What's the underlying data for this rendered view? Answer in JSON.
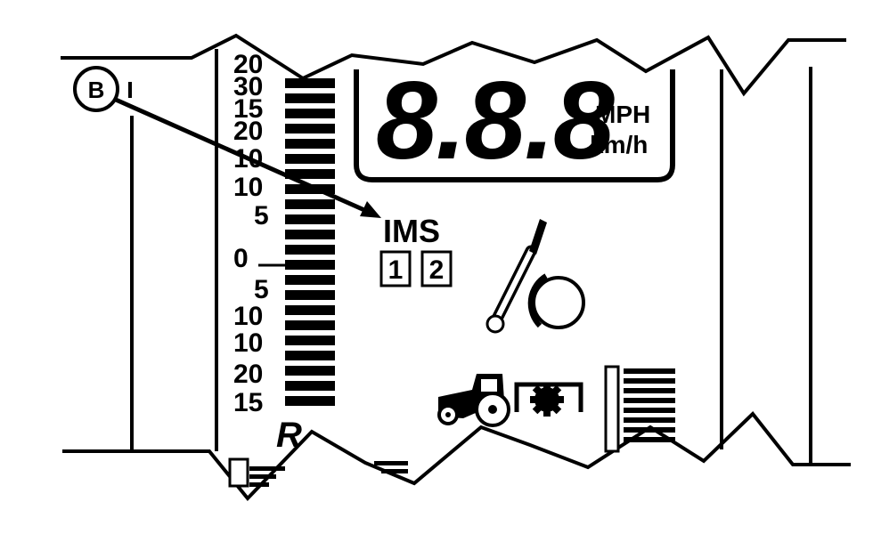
{
  "callout": {
    "label": "B"
  },
  "display": {
    "digits": "8.8.8",
    "unit_top": "MPH",
    "unit_bottom": "km/h"
  },
  "ims": {
    "label": "IMS",
    "box1": "1",
    "box2": "2"
  },
  "scale": {
    "labels": [
      "20",
      "30",
      "15",
      "20",
      "10",
      "10",
      "5",
      "0",
      "5",
      "10",
      "10",
      "20",
      "15"
    ],
    "reverse_label": "R"
  },
  "icons": {
    "hitch_lever": "hitch-lever-icon",
    "tractor": "tractor-icon",
    "pto": "pto-gear-icon"
  },
  "colors": {
    "ink": "#000000",
    "paper": "#ffffff"
  }
}
